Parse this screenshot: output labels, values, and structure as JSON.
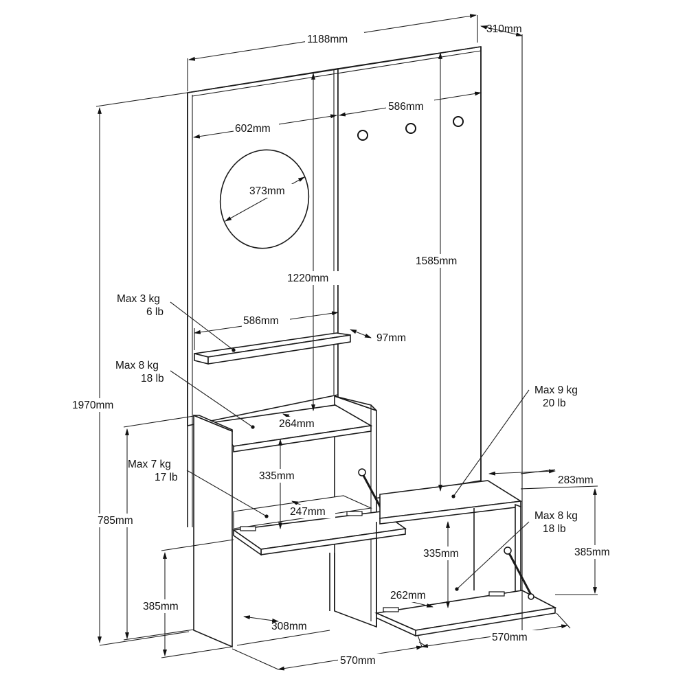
{
  "diagram": {
    "dimensions": {
      "total_width": "1188mm",
      "depth": "310mm",
      "left_panel_width": "602mm",
      "right_panel_width": "586mm",
      "mirror_diameter": "373mm",
      "mirror_to_desk_height": "1220mm",
      "hook_to_bench_height": "1585mm",
      "total_height": "1970mm",
      "shelf_width": "586mm",
      "shelf_depth": "97mm",
      "desk_depth": "264mm",
      "desk_inner_height": "335mm",
      "flap_depth": "247mm",
      "cabinet_height": "785mm",
      "lower_height": "385mm",
      "base_depth": "308mm",
      "cabinet_width": "570mm",
      "bench_depth": "283mm",
      "bench_inner_height": "335mm",
      "bench_height": "385mm",
      "bench_flap_depth": "262mm",
      "bench_width": "570mm"
    },
    "load_labels": {
      "shelf": {
        "kg": "Max 3 kg",
        "lb": "6 lb"
      },
      "desk": {
        "kg": "Max 8 kg",
        "lb": "18 lb"
      },
      "desk_flap": {
        "kg": "Max 7 kg",
        "lb": "17 lb"
      },
      "bench": {
        "kg": "Max 9 kg",
        "lb": "20 lb"
      },
      "bench_flap": {
        "kg": "Max 8 kg",
        "lb": "18 lb"
      }
    }
  }
}
